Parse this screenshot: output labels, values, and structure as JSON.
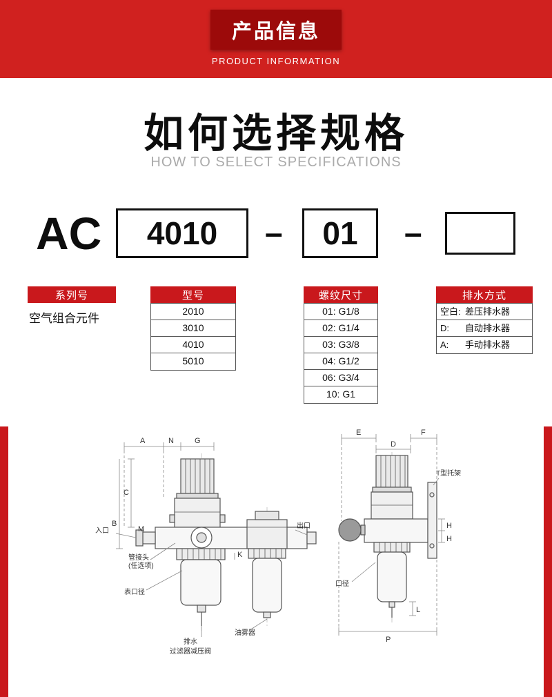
{
  "banner": {
    "title_cn": "产品信息",
    "title_en": "PRODUCT INFORMATION"
  },
  "section": {
    "title_cn": "如何选择规格",
    "title_en": "HOW TO SELECT SPECIFICATIONS"
  },
  "model_code": {
    "prefix": "AC",
    "segment1": "4010",
    "separator": "–",
    "segment2": "01",
    "segment3": ""
  },
  "series": {
    "label": "系列号",
    "value": "空气组合元件"
  },
  "model": {
    "label": "型号",
    "options": [
      "2010",
      "3010",
      "4010",
      "5010"
    ]
  },
  "thread": {
    "label": "螺纹尺寸",
    "options": [
      "01: G1/8",
      "02: G1/4",
      "03: G3/8",
      "04: G1/2",
      "06: G3/4",
      "10: G1"
    ]
  },
  "drain": {
    "label": "排水方式",
    "options": [
      {
        "key": "空白:",
        "value": "差压排水器"
      },
      {
        "key": "D:",
        "value": "自动排水器"
      },
      {
        "key": "A:",
        "value": "手动排水器"
      }
    ]
  },
  "diagram": {
    "left": {
      "dim_a": "A",
      "dim_n": "N",
      "dim_g": "G",
      "dim_c": "C",
      "dim_b": "B",
      "dim_m": "M",
      "dim_k": "K",
      "inlet": "入口",
      "outlet": "出口",
      "pipe_joint_line1": "管接头",
      "pipe_joint_line2": "(任选项)",
      "gauge_port": "表口径",
      "drain": "排水",
      "filter_regulator": "过滤器减压阀",
      "lubricator": "油雾器"
    },
    "right": {
      "dim_e": "E",
      "dim_d": "D",
      "dim_f": "F",
      "dim_h_upper": "H",
      "dim_h_lower": "H",
      "dim_l": "L",
      "dim_p": "P",
      "bracket": "T型托架",
      "port": "口径"
    }
  },
  "colors": {
    "banner_red": "#d0211f",
    "banner_box_red": "#9c0a0a",
    "label_red": "#c9181c"
  }
}
